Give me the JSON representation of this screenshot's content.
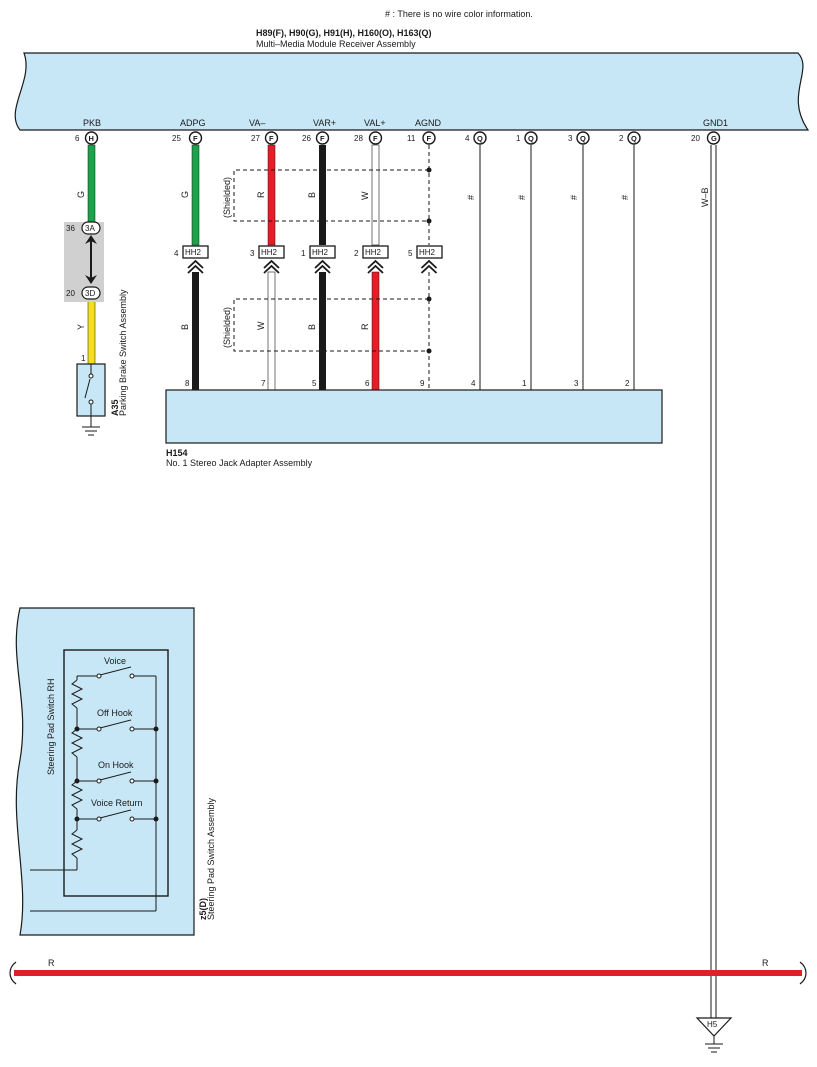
{
  "note": "# : There is no wire color information.",
  "colors": {
    "green": "#1aa34a",
    "red": "#e31e24",
    "black": "#1a1a1a",
    "yellow": "#f5df1d",
    "component_fill": "#c7e7f7",
    "connector_grey": "#d0d0d0"
  },
  "receiver": {
    "codes": "H89(F), H90(G), H91(H), H160(O), H163(Q)",
    "name": "Multi–Media Module Receiver Assembly",
    "terminals": [
      {
        "label": "PKB",
        "pin": "6",
        "conn": "H"
      },
      {
        "label": "ADPG",
        "pin": "25",
        "conn": "F"
      },
      {
        "label": "VA–",
        "pin": "27",
        "conn": "F"
      },
      {
        "label": "VAR+",
        "pin": "26",
        "conn": "F"
      },
      {
        "label": "VAL+",
        "pin": "28",
        "conn": "F"
      },
      {
        "label": "AGND",
        "pin": "11",
        "conn": "F"
      },
      {
        "label": "",
        "pin": "4",
        "conn": "Q"
      },
      {
        "label": "",
        "pin": "1",
        "conn": "Q"
      },
      {
        "label": "",
        "pin": "3",
        "conn": "Q"
      },
      {
        "label": "",
        "pin": "2",
        "conn": "Q"
      },
      {
        "label": "GND1",
        "pin": "20",
        "conn": "G"
      }
    ]
  },
  "wire_colors": {
    "pkb_upper": "G",
    "pkb_lower": "Y",
    "adpg_upper": "G",
    "adpg_lower": "B",
    "va_upper": "R",
    "va_lower": "W",
    "var_upper": "B",
    "var_lower": "B",
    "val_upper": "W",
    "val_lower": "R",
    "hash": "#",
    "gnd": "W–B",
    "bottom_left": "R",
    "bottom_right": "R"
  },
  "shielded": "(Shielded)",
  "junction_3a": {
    "pin": "36",
    "code": "3A"
  },
  "junction_3d": {
    "pin": "20",
    "code": "3D"
  },
  "hh2": [
    {
      "pin": "4",
      "code": "HH2"
    },
    {
      "pin": "3",
      "code": "HH2"
    },
    {
      "pin": "1",
      "code": "HH2"
    },
    {
      "pin": "2",
      "code": "HH2"
    },
    {
      "pin": "5",
      "code": "HH2"
    }
  ],
  "parking_brake": {
    "code": "A35",
    "name": "Parking Brake Switch Assembly",
    "pin": "1"
  },
  "jack_adapter": {
    "code": "H154",
    "name": "No. 1 Stereo Jack Adapter Assembly",
    "pins": [
      "8",
      "7",
      "5",
      "6",
      "9",
      "4",
      "1",
      "3",
      "2"
    ]
  },
  "steering_pad": {
    "code": "z5(D)",
    "name": "Steering Pad Switch Assembly",
    "inner": "Steering Pad Switch RH",
    "switches": [
      "Voice",
      "Off Hook",
      "On Hook",
      "Voice Return"
    ]
  },
  "ground_point": "H5"
}
